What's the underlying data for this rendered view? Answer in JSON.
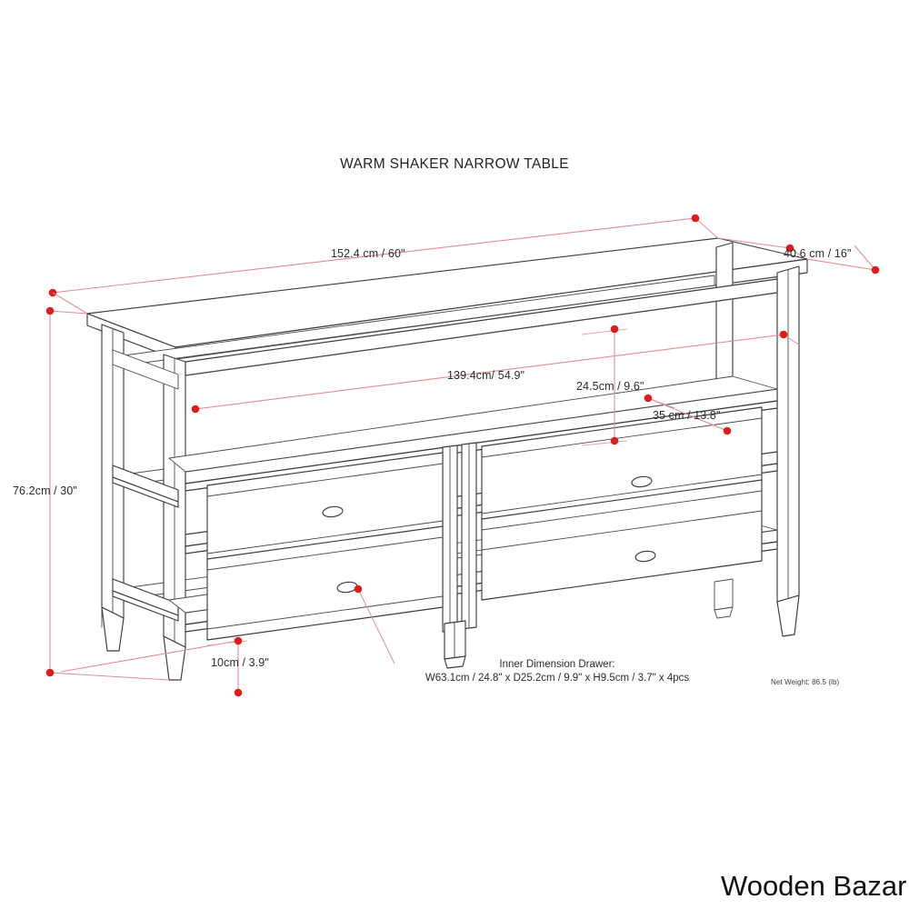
{
  "document": {
    "title": "WARM SHAKER NARROW TABLE",
    "background_color": "#ffffff",
    "line_color": "#3c3c3c",
    "dimension_line_color": "#e58b95",
    "dimension_marker_color": "#e01b1b",
    "text_color": "#2b2b2b"
  },
  "dimensions": {
    "overall_width": "152.4 cm / 60\"",
    "overall_depth": "40.6 cm / 16\"",
    "overall_height": "76.2cm / 30\"",
    "inner_width": "139.4cm/ 54.9\"",
    "shelf_opening_height": "24.5cm / 9.6\"",
    "shelf_depth": "35 cm / 13.8\"",
    "bottom_shelf_clearance": "10cm / 3.9\""
  },
  "notes": {
    "drawer_heading": "Inner Dimension Drawer:",
    "drawer_spec": "W63.1cm / 24.8\" x D25.2cm / 9.9\" x H9.5cm / 3.7\" x 4pcs",
    "net_weight": "Net Weight:  86.5 (lb)"
  },
  "branding": {
    "name": "Wooden Bazar"
  },
  "product": {
    "type": "console table with four drawers and open shelf",
    "drawer_count": 4,
    "handle_style": "oval recessed pull",
    "leg_style": "tapered square leg"
  }
}
